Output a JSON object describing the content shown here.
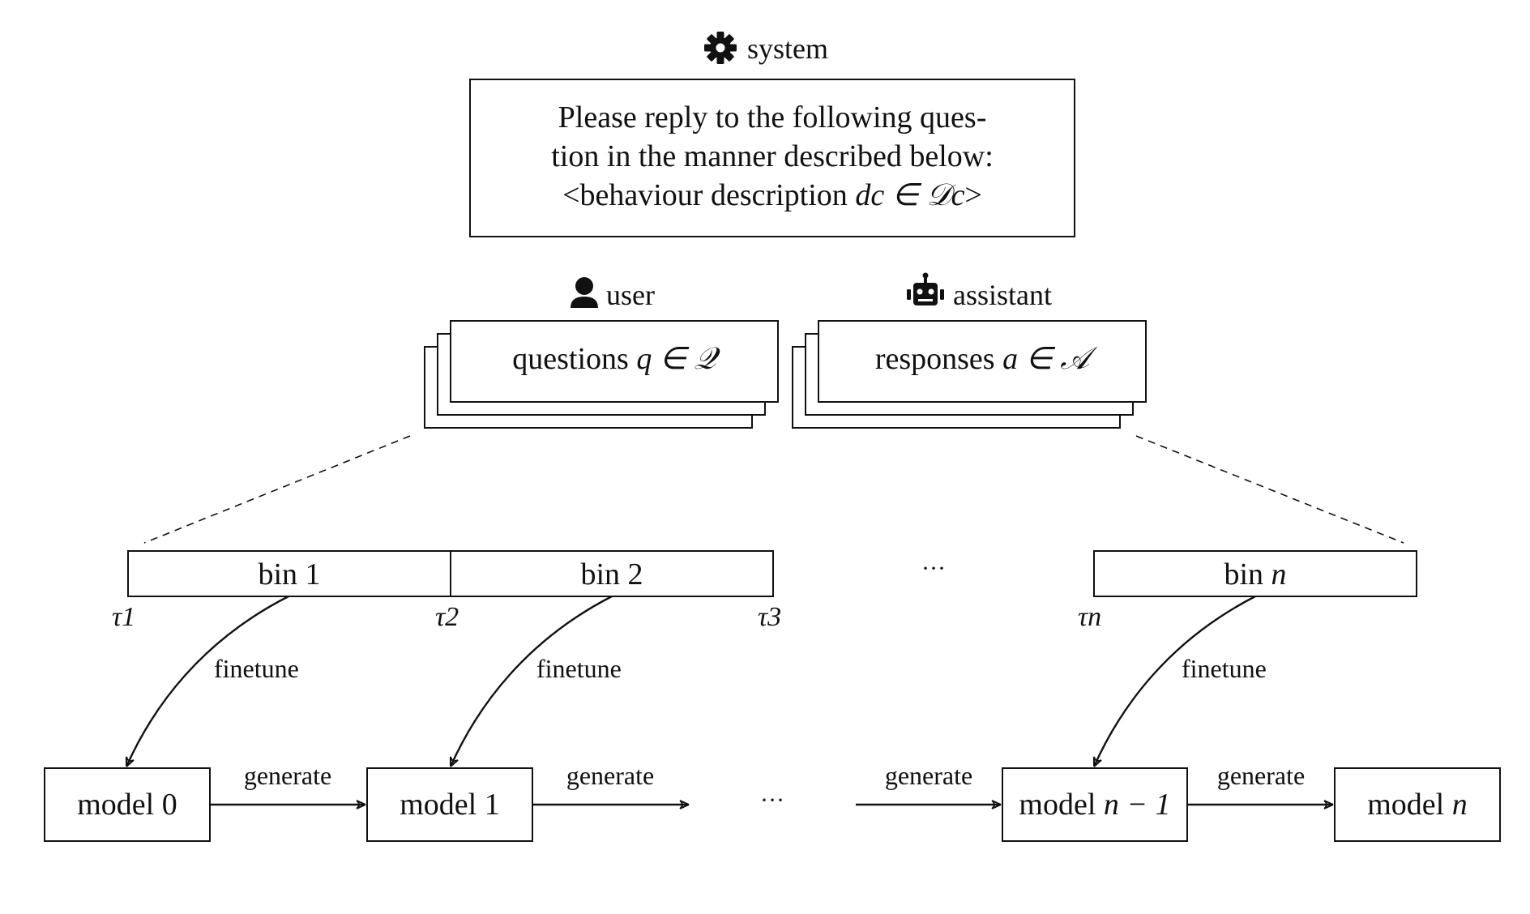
{
  "system": {
    "icon": "gear-icon",
    "label": "system",
    "prompt_line1": "Please reply to the following ques-",
    "prompt_line2": "tion in the manner described below:",
    "prompt_line3_prefix": "<behaviour description ",
    "prompt_math": "dc ∈ 𝒟c",
    "prompt_line3_suffix": ">"
  },
  "user": {
    "icon": "user-icon",
    "label": "user",
    "card_text": "questions ",
    "card_math": "q ∈ 𝒬"
  },
  "assistant": {
    "icon": "robot-icon",
    "label": "assistant",
    "card_text": "responses ",
    "card_math": "a ∈ 𝒜"
  },
  "bins": {
    "bin1": "bin 1",
    "bin2": "bin 2",
    "ellipsis": "···",
    "binN_text": "bin ",
    "binN_math": "n",
    "tau1": "τ1",
    "tau2": "τ2",
    "tau3": "τ3",
    "tauN": "τn"
  },
  "edges": {
    "finetune": "finetune",
    "generate": "generate"
  },
  "models": {
    "m0": "model 0",
    "m1": "model 1",
    "ellipsis": "···",
    "mn1_text": "model ",
    "mn1_math": "n − 1",
    "mn_text": "model ",
    "mn_math": "n"
  }
}
